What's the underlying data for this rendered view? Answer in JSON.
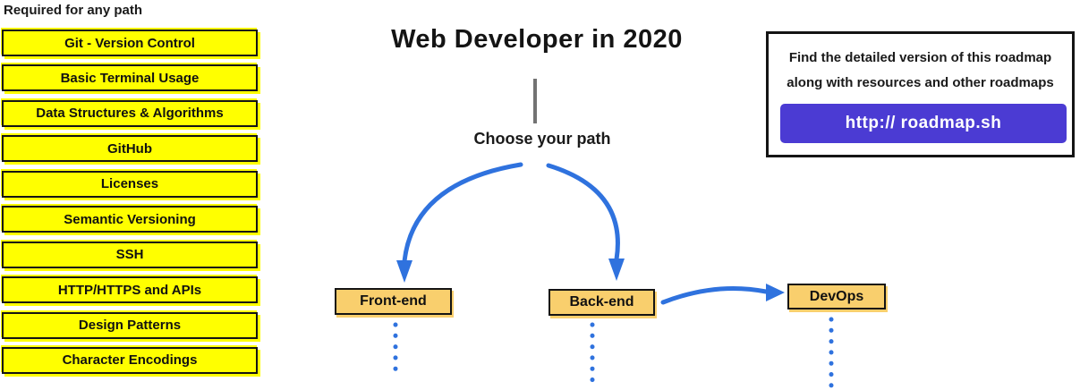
{
  "header": {
    "title": "Web Developer in 2020",
    "subtitle": "Choose your path"
  },
  "required": {
    "heading": "Required for any path",
    "items": [
      "Git - Version Control",
      "Basic Terminal Usage",
      "Data Structures & Algorithms",
      "GitHub",
      "Licenses",
      "Semantic Versioning",
      "SSH",
      "HTTP/HTTPS and APIs",
      "Design Patterns",
      "Character Encodings"
    ]
  },
  "paths": [
    {
      "id": "front-end",
      "label": "Front-end"
    },
    {
      "id": "back-end",
      "label": "Back-end"
    },
    {
      "id": "devops",
      "label": "DevOps"
    }
  ],
  "info": {
    "line1": "Find the detailed version of this roadmap",
    "line2": "along with resources and other roadmaps",
    "button_label": "http:// roadmap.sh"
  },
  "colors": {
    "highlight_yellow": "#FFFF00",
    "node_orange": "#F9CF6D",
    "arrow_blue": "#2F72DE",
    "button_purple": "#4B3BD3",
    "divider_gray": "#737373",
    "ink": "#141414"
  }
}
